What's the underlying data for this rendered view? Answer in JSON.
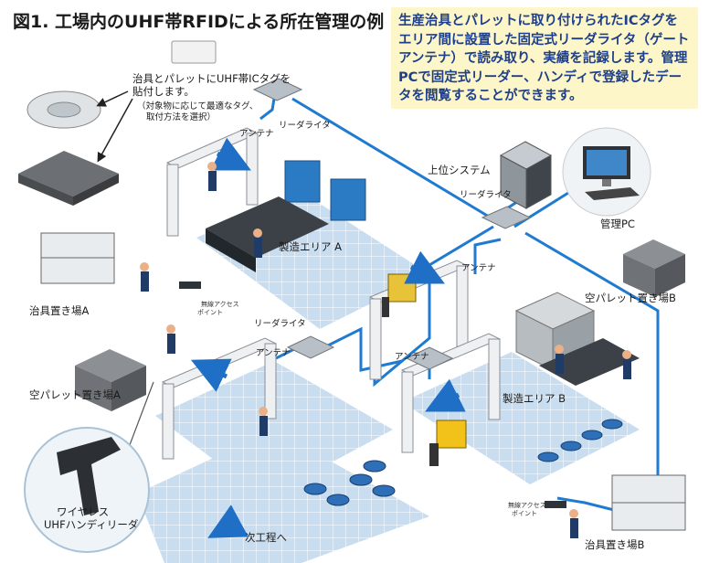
{
  "title": "図1. 工場内のUHF帯RFIDによる所在管理の例",
  "description": "生産治具とパレットに取り付けられたICタグをエリア間に設置した固定式リーダライタ（ゲートアンテナ）で読み取り、実績を記録します。管理PCで固定式リーダー、ハンディで登録したデータを閲覧することができます。",
  "tag_note": {
    "line1": "治具とパレットにUHF帯ICタグを",
    "line2": "貼付します。",
    "sub1": "（対象物に応じて最適なタグ、",
    "sub2": "取付方法を選択）"
  },
  "labels": {
    "reader_writer": "リーダライタ",
    "antenna": "アンテナ",
    "upper_system": "上位システム",
    "admin_pc": "管理PC",
    "mfg_area_a": "製造エリア A",
    "mfg_area_b": "製造エリア B",
    "jig_storage_a": "治具置き場A",
    "jig_storage_b": "治具置き場B",
    "empty_pallet_a": "空パレット置き場A",
    "empty_pallet_b": "空パレット置き場B",
    "wireless_ap": "無線アクセス ポイント",
    "wireless_ap_1": "無線アクセス",
    "wireless_ap_2": "ポイント",
    "handy_reader_1": "ワイヤレス",
    "handy_reader_2": "UHFハンディリーダ",
    "next_process": "次工程へ"
  },
  "colors": {
    "network_line": "#1f7bd0",
    "floor_tile": "#c9ddf0",
    "description_bg": "#fdf6c8",
    "description_text": "#1e3f8a",
    "flow_arrow": "#1f6fc6"
  }
}
